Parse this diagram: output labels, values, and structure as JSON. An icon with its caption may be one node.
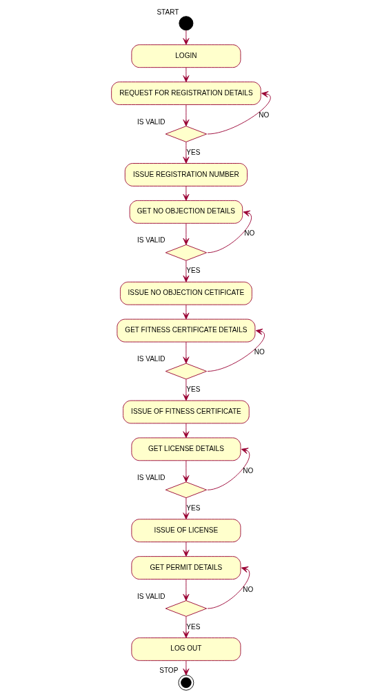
{
  "diagram": {
    "nodes": [
      {
        "text": [],
        "shape": "circle",
        "beside": [
          "START"
        ]
      },
      {
        "text": [
          "LOGIN"
        ]
      },
      {
        "text": [
          "REQUEST FOR REGISTRATION DETAILS"
        ]
      },
      {
        "text": [],
        "shape": "diamond",
        "beside": [
          "IS VALID"
        ]
      },
      {
        "text": [
          "ISSUE REGISTRATION NUMBER"
        ]
      },
      {
        "text": [
          "GET NO OBJECTION DETAILS"
        ]
      },
      {
        "text": [],
        "shape": "diamond",
        "beside": [
          "IS VALID"
        ]
      },
      {
        "text": [
          "ISSUE NO OBJECTION CETIFICATE"
        ]
      },
      {
        "text": [
          "GET FITNESS CERTIFICATE DETAILS"
        ]
      },
      {
        "text": [],
        "shape": "diamond",
        "beside": [
          "IS VALID"
        ]
      },
      {
        "text": [
          "ISSUE OF FITNESS CERTIFICATE"
        ]
      },
      {
        "text": [
          "GET LICENSE DETAILS"
        ]
      },
      {
        "text": [],
        "shape": "diamond",
        "beside": [
          "IS VALID"
        ]
      },
      {
        "text": [
          "ISSUE OF LICENSE"
        ]
      },
      {
        "text": [
          "GET PERMIT DETAILS"
        ]
      },
      {
        "text": [],
        "shape": "diamond",
        "beside": [
          "IS VALID"
        ]
      },
      {
        "text": [
          "LOG OUT"
        ]
      },
      {
        "text": [],
        "shape": "target",
        "beside": [
          "STOP"
        ]
      }
    ],
    "edges": [
      {
        "from": 0,
        "to": 1,
        "arrow": "to"
      },
      {
        "from": 1,
        "to": 2,
        "arrow": "to"
      },
      {
        "from": 2,
        "to": 3,
        "arrow": "to"
      },
      {
        "from": 3,
        "to": 2,
        "arrow": "to",
        "label": "NO"
      },
      {
        "from": 3,
        "to": 4,
        "arrow": "to",
        "label": "YES"
      },
      {
        "from": 4,
        "to": 5,
        "arrow": "to"
      },
      {
        "from": 5,
        "to": 6,
        "arrow": "to"
      },
      {
        "from": 6,
        "to": 5,
        "arrow": "to",
        "label": "NO"
      },
      {
        "from": 6,
        "to": 7,
        "arrow": "to",
        "label": "YES"
      },
      {
        "from": 7,
        "to": 8,
        "arrow": "to"
      },
      {
        "from": 8,
        "to": 9,
        "arrow": "to"
      },
      {
        "from": 9,
        "to": 8,
        "arrow": "to",
        "label": "NO"
      },
      {
        "from": 9,
        "to": 10,
        "arrow": "to",
        "label": "YES"
      },
      {
        "from": 10,
        "to": 11,
        "arrow": "to"
      },
      {
        "from": 11,
        "to": 12,
        "arrow": "to"
      },
      {
        "from": 12,
        "to": 11,
        "arrow": "to",
        "label": "NO"
      },
      {
        "from": 12,
        "to": 13,
        "arrow": "to",
        "label": "YES"
      },
      {
        "from": 13,
        "to": 14,
        "arrow": "to"
      },
      {
        "from": 14,
        "to": 15,
        "arrow": "to"
      },
      {
        "from": 15,
        "to": 14,
        "arrow": "to",
        "label": "NO"
      },
      {
        "from": 15,
        "to": 16,
        "arrow": "to",
        "label": "YES"
      },
      {
        "from": 16,
        "to": 17,
        "arrow": "to"
      }
    ]
  }
}
